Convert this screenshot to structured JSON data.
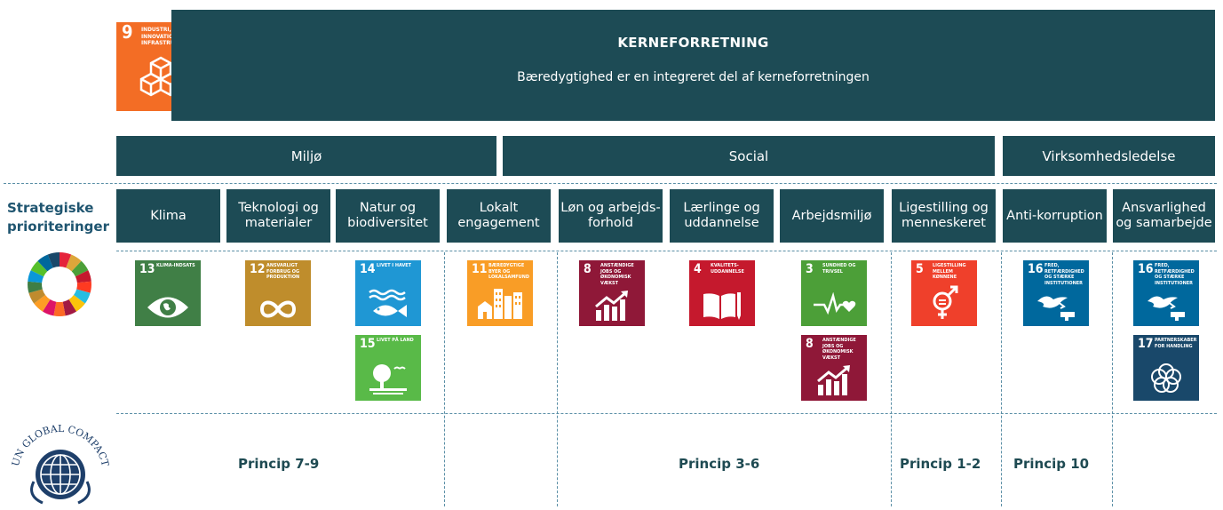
{
  "banner": {
    "title": "KERNEFORRETNING",
    "subtitle": "Bæredygtighed er en integreret del af kerneforretningen"
  },
  "banner_goal": {
    "number": "9",
    "text": "Industri, innovation og infrastruktur",
    "color": "#f36d25",
    "icon": "cubes-icon"
  },
  "categories": [
    "Miljø",
    "Social",
    "Virksomhedsledelse"
  ],
  "strategic_label": "Strategiske prioriteringer",
  "priorities": [
    "Klima",
    "Teknologi og materialer",
    "Natur og biodiversitet",
    "Lokalt engagement",
    "Løn og arbejds-forhold",
    "Lærlinge og uddannelse",
    "Arbejdsmiljø",
    "Ligestilling og menneskeret",
    "Anti-korruption",
    "Ansvarlighed og samarbejde"
  ],
  "goals": [
    {
      "number": "13",
      "text": "Klima-indsats",
      "color": "#407f46",
      "icon": "eye-globe-icon"
    },
    {
      "number": "12",
      "text": "Ansvarligt forbrug og produktion",
      "color": "#bf8d2c",
      "icon": "infinity-icon"
    },
    {
      "number": "14",
      "text": "Livet i havet",
      "color": "#1f97d4",
      "icon": "fish-icon"
    },
    {
      "number": "15",
      "text": "Livet på land",
      "color": "#59ba48",
      "icon": "tree-icon"
    },
    {
      "number": "11",
      "text": "Bæredygtige byer og lokalsamfund",
      "color": "#f99d26",
      "icon": "city-icon"
    },
    {
      "number": "8",
      "text": "Anstændige jobs og økonomisk vækst",
      "color": "#8f1838",
      "icon": "growth-chart-icon"
    },
    {
      "number": "4",
      "text": "Kvalitets-uddannelse",
      "color": "#c5192d",
      "icon": "book-icon"
    },
    {
      "number": "3",
      "text": "Sundhed og trivsel",
      "color": "#4c9f38",
      "icon": "heartbeat-icon"
    },
    {
      "number": "8",
      "text": "Anstændige jobs og økonomisk vækst",
      "color": "#8f1838",
      "icon": "growth-chart-icon"
    },
    {
      "number": "5",
      "text": "Ligestilling mellem kønnene",
      "color": "#ef402b",
      "icon": "gender-icon"
    },
    {
      "number": "16",
      "text": "Fred, retfærdighed og stærke institutioner",
      "color": "#00689d",
      "icon": "dove-gavel-icon"
    },
    {
      "number": "16",
      "text": "Fred, retfærdighed og stærke institutioner",
      "color": "#00689d",
      "icon": "dove-gavel-icon"
    },
    {
      "number": "17",
      "text": "Partnerskaber for handling",
      "color": "#19486a",
      "icon": "rings-icon"
    }
  ],
  "global_compact_label": "UN GLOBAL COMPACT",
  "principles": [
    "Princip 7-9",
    "Princip 3-6",
    "Princip 1-2",
    "Princip 10"
  ],
  "colors": {
    "teal": "#1d4b55",
    "dash": "#5a8fa6",
    "label": "#1f5570"
  }
}
